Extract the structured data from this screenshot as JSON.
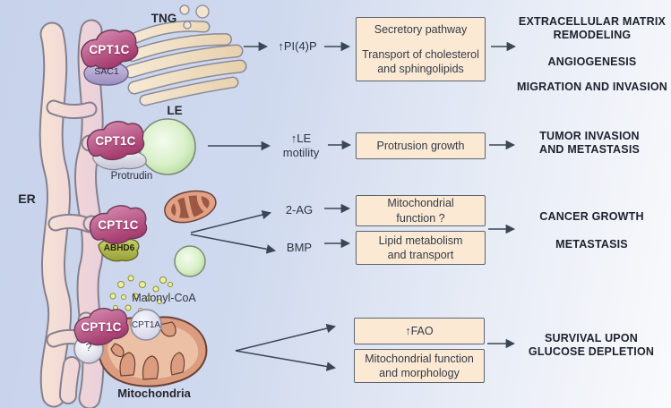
{
  "figure": {
    "organelle_labels": {
      "tng": "TNG",
      "le": "LE",
      "er": "ER",
      "mitochondria": "Mitochondria",
      "malonyl_coa": "Malonyl-CoA"
    },
    "protein_labels": {
      "cpt1c": "CPT1C",
      "sac1": "SAC1",
      "protrudin": "Protrudin",
      "abhd6": "ABHD6",
      "cpt1a": "CPT1A",
      "unknown": "?"
    },
    "mediators": {
      "pi4p": "↑PI(4)P",
      "le_motility": [
        "↑LE",
        "motility"
      ],
      "two_ag": "2-AG",
      "bmp": "BMP"
    },
    "boxes": {
      "secretory": {
        "title": "Secretory pathway",
        "body": [
          "Transport of cholesterol",
          "and sphingolipids"
        ]
      },
      "protrusion": "Protrusion growth",
      "mito_function": [
        "Mitochondrial",
        "function ?"
      ],
      "lipid": [
        "Lipid metabolism",
        "and transport"
      ],
      "fao": "↑FAO",
      "mito_morphology": [
        "Mitochondrial function",
        "and morphology"
      ]
    },
    "outcomes": {
      "row1": [
        "EXTRACELLULAR MATRIX REMODELING",
        "ANGIOGENESIS",
        "MIGRATION AND INVASION"
      ],
      "row2": "TUMOR INVASION AND METASTASIS",
      "row3": [
        "CANCER GROWTH",
        "METASTASIS"
      ],
      "row4": "SURVIVAL UPON GLUCOSE DEPLETION"
    },
    "colors": {
      "background_left": "#c8d3ec",
      "background_right": "#f8fafc",
      "box_fill": "#fbe9d4",
      "box_border": "#5c6470",
      "arrow": "#3b4655",
      "cpt1c": "#b2477b",
      "sac1": "#a99cc9",
      "abhd6": "#aab243",
      "er_membrane": "#f2d8d8",
      "golgi": "#eedcbe",
      "late_endosome": "#bfe3ab",
      "mitochondria": "#db9c80"
    }
  }
}
